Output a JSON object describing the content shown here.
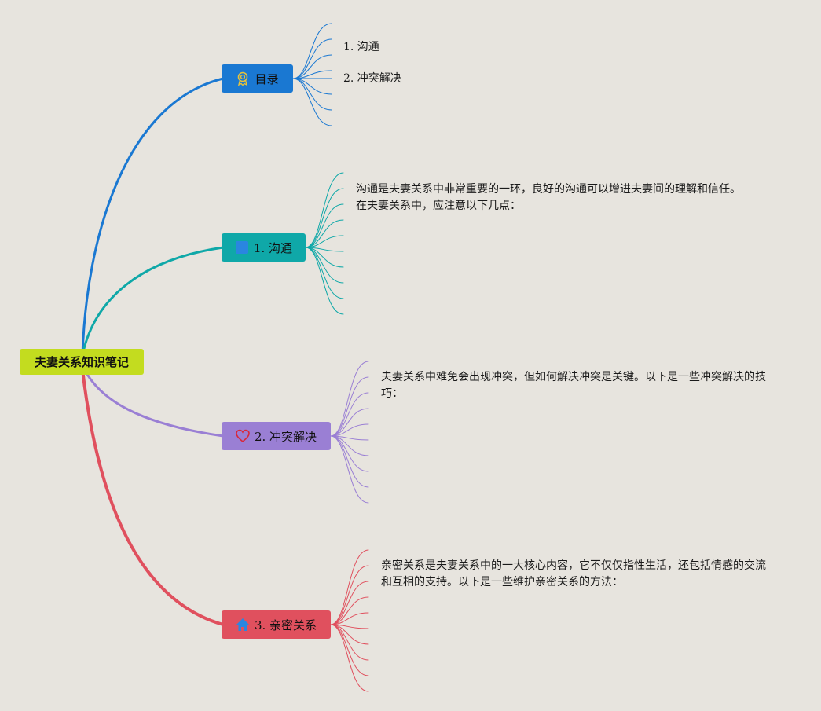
{
  "root": {
    "label": "夫妻关系知识笔记",
    "color": "#c3dc1f"
  },
  "branches": [
    {
      "label": "目录",
      "color": "#1a78d2",
      "icon": "award-ribbon-icon"
    },
    {
      "label": "1. 沟通",
      "color": "#0fa8a8",
      "icon": "blue-square-icon"
    },
    {
      "label": "2. 冲突解决",
      "color": "#9a7fd4",
      "icon": "heart-outline-icon"
    },
    {
      "label": "3. 亲密关系",
      "color": "#e0505e",
      "icon": "house-icon"
    }
  ],
  "toc_items": [
    "1. 沟通",
    "2. 冲突解决"
  ],
  "texts": {
    "communication": [
      "沟通是夫妻关系中非常重要的一环，良好的沟通可以增进夫妻间的理解和信任。",
      "在夫妻关系中，应注意以下几点："
    ],
    "conflict": [
      "夫妻关系中难免会出现冲突，但如何解决冲突是关键。以下是一些冲突解决的技",
      "巧："
    ],
    "intimacy": [
      "亲密关系是夫妻关系中的一大核心内容，它不仅仅指性生活，还包括情感的交流",
      "和互相的支持。以下是一些维护亲密关系的方法："
    ]
  },
  "colors": {
    "background": "#e7e4de"
  }
}
